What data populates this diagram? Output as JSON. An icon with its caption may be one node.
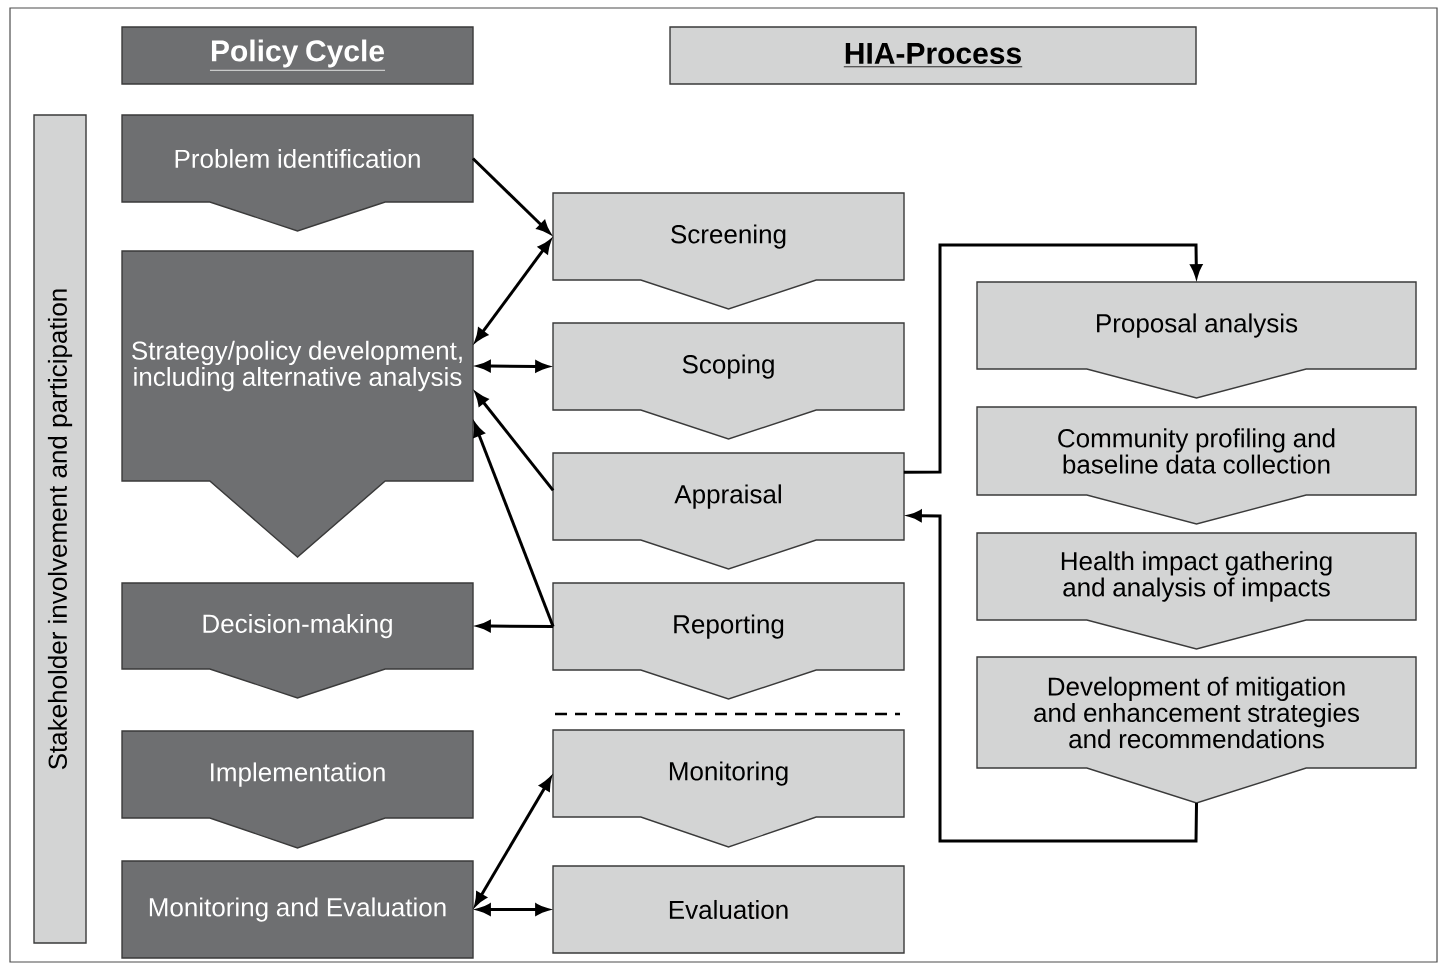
{
  "diagram": {
    "nodes": [
      {
        "text": [
          "Policy Cycle"
        ]
      },
      {
        "text": [
          "HIA-Process"
        ]
      },
      {
        "text": [
          "Stakeholder involvement and participation"
        ]
      },
      {
        "text": [
          "Problem identification"
        ]
      },
      {
        "text": [
          "Strategy/policy development, including alternative analysis"
        ]
      },
      {
        "text": [
          "Decision-making"
        ]
      },
      {
        "text": [
          "Implementation"
        ]
      },
      {
        "text": [
          "Monitoring and Evaluation"
        ]
      },
      {
        "text": [
          "Screening"
        ]
      },
      {
        "text": [
          "Scoping"
        ]
      },
      {
        "text": [
          "Appraisal"
        ]
      },
      {
        "text": [
          "Reporting"
        ]
      },
      {
        "text": [
          "Monitoring"
        ]
      },
      {
        "text": [
          "Evaluation"
        ]
      },
      {
        "text": [
          "Proposal analysis"
        ]
      },
      {
        "text": [
          "Community profiling and baseline data collection"
        ]
      },
      {
        "text": [
          "Health impact gathering and analysis of impacts"
        ]
      },
      {
        "text": [
          "Development of mitigation and enhancement strategies and recommendations"
        ]
      }
    ],
    "edges": [
      {
        "from": 3,
        "to": 8,
        "arrow": "to"
      },
      {
        "from": 4,
        "to": 8,
        "arrow": "both"
      },
      {
        "from": 4,
        "to": 9,
        "arrow": "both"
      },
      {
        "from": 10,
        "to": 4,
        "arrow": "to"
      },
      {
        "from": 11,
        "to": 4,
        "arrow": "to"
      },
      {
        "from": 11,
        "to": 5,
        "arrow": "to"
      },
      {
        "from": 7,
        "to": 12,
        "arrow": "both"
      },
      {
        "from": 7,
        "to": 13,
        "arrow": "both"
      },
      {
        "from": 10,
        "to": 14,
        "arrow": "to"
      },
      {
        "from": 17,
        "to": 10,
        "arrow": "to"
      }
    ]
  }
}
